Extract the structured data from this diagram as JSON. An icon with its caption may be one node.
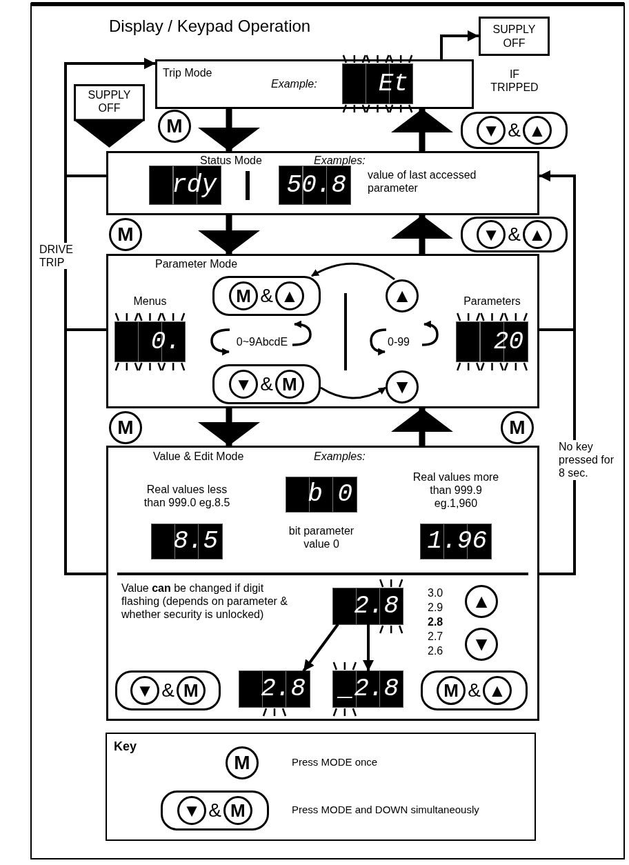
{
  "diagram": {
    "title": "Display / Keypad Operation",
    "nodes": [
      {
        "text": [
          "Trip Mode",
          "Example:"
        ]
      },
      {
        "text": [
          "Et"
        ],
        "in": 0
      },
      {
        "text": [
          "SUPPLY OFF"
        ]
      },
      {
        "text": [
          "SUPPLY OFF"
        ]
      },
      {
        "text": [
          "Status Mode",
          "Examples:",
          "value of last accessed parameter"
        ]
      },
      {
        "text": [
          "rdy"
        ],
        "in": 4
      },
      {
        "text": [
          "50.8"
        ],
        "in": 4
      },
      {
        "text": [
          "Parameter Mode"
        ]
      },
      {
        "text": [
          "0."
        ],
        "in": 7,
        "beside": [
          "Menus"
        ]
      },
      {
        "text": [
          "20"
        ],
        "in": 7,
        "beside": [
          "Parameters"
        ]
      },
      {
        "text": [
          "Value & Edit Mode",
          "Examples:",
          "Value **can** be changed if digit flashing (depends on parameter & whether security is unlocked)"
        ]
      },
      {
        "text": [
          "8.5"
        ],
        "in": 10,
        "beside": [
          "Real values less than 999.0 eg.8.5"
        ]
      },
      {
        "text": [
          "b 0"
        ],
        "in": 10,
        "beside": [
          "bit parameter value 0"
        ]
      },
      {
        "text": [
          "1.96"
        ],
        "in": 10,
        "beside": [
          "Real values more than 999.9 eg.1,960"
        ]
      },
      {
        "text": [
          "2.8"
        ],
        "in": 10
      },
      {
        "text": [
          "2.8"
        ],
        "in": 10
      },
      {
        "text": [
          "_2.8"
        ],
        "in": 10
      },
      {
        "text": [
          "Key"
        ]
      },
      {
        "text": [
          "M"
        ]
      },
      {
        "text": [
          "▼",
          "&",
          "▲"
        ],
        "beside": [
          "IF TRIPPED"
        ]
      },
      {
        "text": [
          "M"
        ]
      },
      {
        "text": [
          "▼",
          "&",
          "▲"
        ]
      },
      {
        "text": [
          "M",
          "&",
          "▲"
        ],
        "in": 7
      },
      {
        "text": [
          "▲"
        ],
        "in": 7
      },
      {
        "text": [
          "▼",
          "&",
          "M"
        ],
        "in": 7
      },
      {
        "text": [
          "▼"
        ],
        "in": 7
      },
      {
        "text": [
          "M"
        ]
      },
      {
        "text": [
          "M"
        ]
      },
      {
        "text": [
          "▲"
        ],
        "in": 10
      },
      {
        "text": [
          "▼"
        ],
        "in": 10
      },
      {
        "text": [
          "▼",
          "&",
          "M"
        ],
        "in": 10
      },
      {
        "text": [
          "M",
          "&",
          "▲"
        ],
        "in": 10
      },
      {
        "text": [
          "M"
        ],
        "in": 17,
        "beside": [
          "Press MODE once"
        ]
      },
      {
        "text": [
          "▼",
          "&",
          "M"
        ],
        "in": 17,
        "beside": [
          "Press MODE and DOWN simultaneously"
        ]
      }
    ],
    "edges": [
      {
        "from": 0,
        "to": 4,
        "arrow": "to",
        "style": "thick"
      },
      {
        "from": 4,
        "to": 0,
        "arrow": "to",
        "style": "thick"
      },
      {
        "from": 4,
        "to": 7,
        "arrow": "to",
        "style": "thick"
      },
      {
        "from": 7,
        "to": 4,
        "arrow": "to",
        "style": "thick"
      },
      {
        "from": 7,
        "to": 10,
        "arrow": "to",
        "style": "thick"
      },
      {
        "from": 10,
        "to": 7,
        "arrow": "to",
        "style": "thick"
      },
      {
        "from": 0,
        "to": 2,
        "arrow": "to"
      },
      {
        "from": 4,
        "to": 0,
        "arrow": "to"
      },
      {
        "from": 7,
        "to": 0,
        "arrow": "to",
        "label": "DRIVE TRIP"
      },
      {
        "from": 10,
        "to": 0,
        "arrow": "to"
      },
      {
        "from": 7,
        "to": 4,
        "arrow": "to"
      },
      {
        "from": 10,
        "to": 4,
        "arrow": "to",
        "label": "No key pressed for 8 sec."
      },
      {
        "from": 14,
        "to": 15,
        "arrow": "to"
      },
      {
        "from": 14,
        "to": 16,
        "arrow": "to"
      },
      {
        "from": 23,
        "to": 22,
        "arrow": "to"
      },
      {
        "from": 24,
        "to": 25,
        "arrow": "to"
      }
    ],
    "labels": [
      "0~9AbcdE",
      "0-99",
      "3.0",
      "2.9",
      "2.8",
      "2.7",
      "2.6"
    ]
  }
}
